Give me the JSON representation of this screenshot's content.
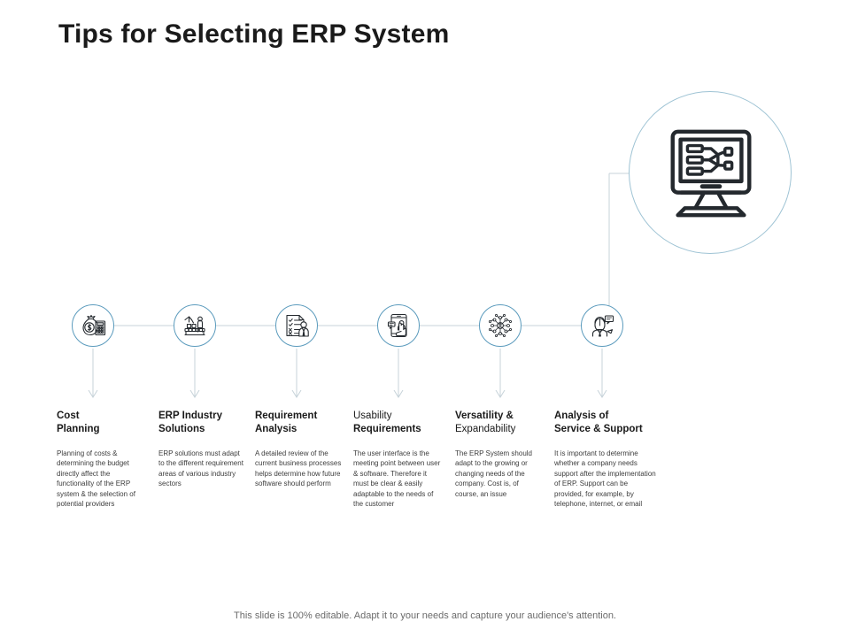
{
  "slide": {
    "title": "Tips for Selecting ERP System",
    "footer_note": "This slide is 100% editable. Adapt it to your needs and capture your audience's attention."
  },
  "hero": {
    "icon": "monitor-flowchart-icon"
  },
  "colors": {
    "accent_circle": "#5b9bbd",
    "hero_circle": "#9ec3d4",
    "connector": "#c7d3d9",
    "title": "#1a1a1a",
    "body_text": "#3d3d3d",
    "footer_text": "#6b6b6b"
  },
  "steps": [
    {
      "icon": "money-bag-calculator-icon",
      "heading_line1": "Cost",
      "heading_line2": "Planning",
      "heading_line1_weight": "bold",
      "heading_line2_weight": "bold",
      "body": "Planning of costs & determining the budget directly affect the functionality of the ERP system & the selection of potential providers"
    },
    {
      "icon": "factory-production-line-icon",
      "heading_line1": "ERP Industry",
      "heading_line2": "Solutions",
      "heading_line1_weight": "bold",
      "heading_line2_weight": "bold",
      "body": "ERP solutions must adapt to the different requirement areas of various industry sectors"
    },
    {
      "icon": "checklist-person-icon",
      "heading_line1": "Requirement",
      "heading_line2": "Analysis",
      "heading_line1_weight": "bold",
      "heading_line2_weight": "bold",
      "body": "A detailed review of the current business processes helps determine how future software should perform"
    },
    {
      "icon": "mobile-touch-user-icon",
      "heading_line1": "Usability",
      "heading_line2": "Requirements",
      "heading_line1_weight": "normal",
      "heading_line2_weight": "bold",
      "body": "The user interface is the meeting point between user & software. Therefore it must be clear & easily adaptable to the needs of the customer"
    },
    {
      "icon": "network-hub-icon",
      "heading_line1": "Versatility &",
      "heading_line2": "Expandability",
      "heading_line1_weight": "bold",
      "heading_line2_weight": "normal",
      "body": "The ERP System should adapt to the growing or changing needs of the company. Cost is, of course, an issue"
    },
    {
      "icon": "support-agent-chat-icon",
      "heading_line1": "Analysis of",
      "heading_line2": "Service & Support",
      "heading_line1_weight": "bold",
      "heading_line2_weight": "bold",
      "body": "It is important to determine whether a company needs support after the implementation of ERP. Support can be provided, for example, by telephone, internet, or email"
    }
  ]
}
